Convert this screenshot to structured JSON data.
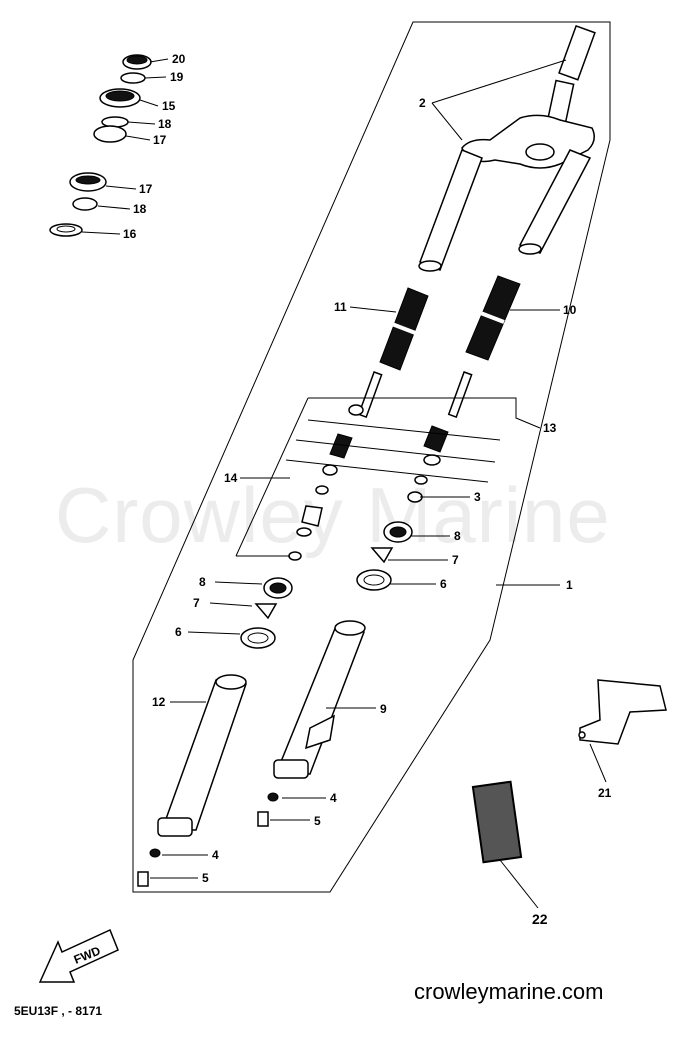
{
  "watermark": "Crowley Marine",
  "website": "crowleymarine.com",
  "diagram_code": "5EU13F , - 8171",
  "fwd_label": "FWD",
  "callouts": {
    "c1": "1",
    "c2": "2",
    "c3": "3",
    "c4a": "4",
    "c4b": "4",
    "c5a": "5",
    "c5b": "5",
    "c6a": "6",
    "c6b": "6",
    "c7a": "7",
    "c7b": "7",
    "c8a": "8",
    "c8b": "8",
    "c9": "9",
    "c10": "10",
    "c11": "11",
    "c12": "12",
    "c13": "13",
    "c14": "14",
    "c15": "15",
    "c16": "16",
    "c17a": "17",
    "c17b": "17",
    "c18a": "18",
    "c18b": "18",
    "c19": "19",
    "c20": "20",
    "c21": "21",
    "c22": "22"
  }
}
